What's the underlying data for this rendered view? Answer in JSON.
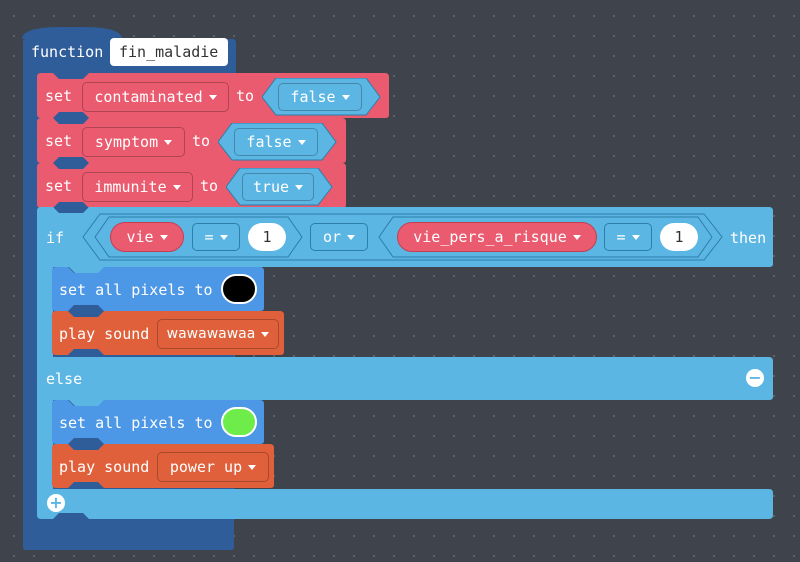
{
  "function_block": {
    "keyword": "function",
    "name": "fin_maladie"
  },
  "set_blocks": [
    {
      "keyword": "set",
      "variable": "contaminated",
      "to": "to",
      "value": "false"
    },
    {
      "keyword": "set",
      "variable": "symptom",
      "to": "to",
      "value": "false"
    },
    {
      "keyword": "set",
      "variable": "immunite",
      "to": "to",
      "value": "true"
    }
  ],
  "if_block": {
    "keyword": "if",
    "left": {
      "variable": "vie",
      "operator": "=",
      "value": "1"
    },
    "logic": "or",
    "right": {
      "variable": "vie_pers_a_risque",
      "operator": "=",
      "value": "1"
    },
    "then": "then",
    "else": "else"
  },
  "then_branch": {
    "pixels_label": "set all pixels to",
    "pixels_color": "#000000",
    "sound_label": "play sound",
    "sound": "wawawawaa"
  },
  "else_branch": {
    "pixels_label": "set all pixels to",
    "pixels_color": "#6eed4a",
    "sound_label": "play sound",
    "sound": "power up"
  },
  "colors": {
    "function": "#2f5d9a",
    "variables": "#ea5b6f",
    "logic": "#5cb6e4",
    "light": "#4c97e6",
    "music": "#e0603b"
  }
}
